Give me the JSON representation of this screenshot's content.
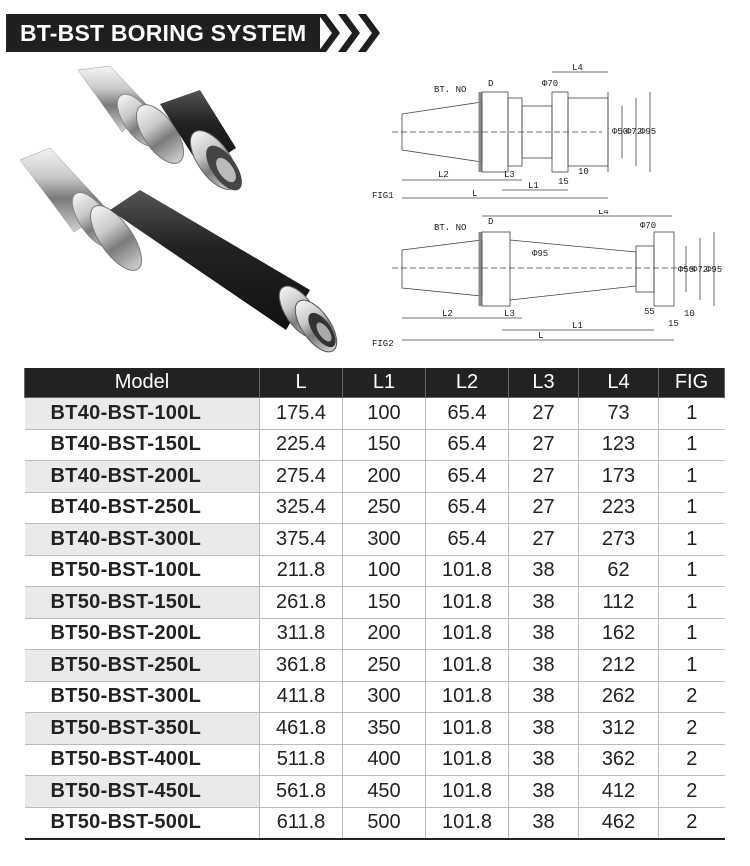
{
  "header": {
    "title": "BT-BST BORING SYSTEM"
  },
  "diagrams": {
    "fig1": {
      "caption": "FIG1",
      "bt_label": "BT. NO",
      "labels": {
        "d": "D",
        "l4": "L4",
        "phi70": "Φ70",
        "phi50": "Φ50",
        "phi72": "Φ72",
        "phi95": "Φ95",
        "l2": "L2",
        "l3": "L3",
        "l1": "L1",
        "l": "L",
        "d15": "15",
        "d10": "10"
      }
    },
    "fig2": {
      "caption": "FIG2",
      "bt_label": "BT. NO",
      "labels": {
        "d": "D",
        "l4": "L4",
        "phi70": "Φ70",
        "phi95a": "Φ95",
        "phi50": "Φ50",
        "phi72": "Φ72",
        "phi95": "Φ95",
        "l2": "L2",
        "l3": "L3",
        "l1": "L1",
        "l": "L",
        "d55": "55",
        "d15": "15",
        "d10": "10"
      }
    }
  },
  "table": {
    "columns": [
      "Model",
      "L",
      "L1",
      "L2",
      "L3",
      "L4",
      "FIG"
    ],
    "rows": [
      [
        "BT40-BST-100L",
        "175.4",
        "100",
        "65.4",
        "27",
        "73",
        "1"
      ],
      [
        "BT40-BST-150L",
        "225.4",
        "150",
        "65.4",
        "27",
        "123",
        "1"
      ],
      [
        "BT40-BST-200L",
        "275.4",
        "200",
        "65.4",
        "27",
        "173",
        "1"
      ],
      [
        "BT40-BST-250L",
        "325.4",
        "250",
        "65.4",
        "27",
        "223",
        "1"
      ],
      [
        "BT40-BST-300L",
        "375.4",
        "300",
        "65.4",
        "27",
        "273",
        "1"
      ],
      [
        "BT50-BST-100L",
        "211.8",
        "100",
        "101.8",
        "38",
        "62",
        "1"
      ],
      [
        "BT50-BST-150L",
        "261.8",
        "150",
        "101.8",
        "38",
        "112",
        "1"
      ],
      [
        "BT50-BST-200L",
        "311.8",
        "200",
        "101.8",
        "38",
        "162",
        "1"
      ],
      [
        "BT50-BST-250L",
        "361.8",
        "250",
        "101.8",
        "38",
        "212",
        "1"
      ],
      [
        "BT50-BST-300L",
        "411.8",
        "300",
        "101.8",
        "38",
        "262",
        "2"
      ],
      [
        "BT50-BST-350L",
        "461.8",
        "350",
        "101.8",
        "38",
        "312",
        "2"
      ],
      [
        "BT50-BST-400L",
        "511.8",
        "400",
        "101.8",
        "38",
        "362",
        "2"
      ],
      [
        "BT50-BST-450L",
        "561.8",
        "450",
        "101.8",
        "38",
        "412",
        "2"
      ],
      [
        "BT50-BST-500L",
        "611.8",
        "500",
        "101.8",
        "38",
        "462",
        "2"
      ]
    ]
  }
}
